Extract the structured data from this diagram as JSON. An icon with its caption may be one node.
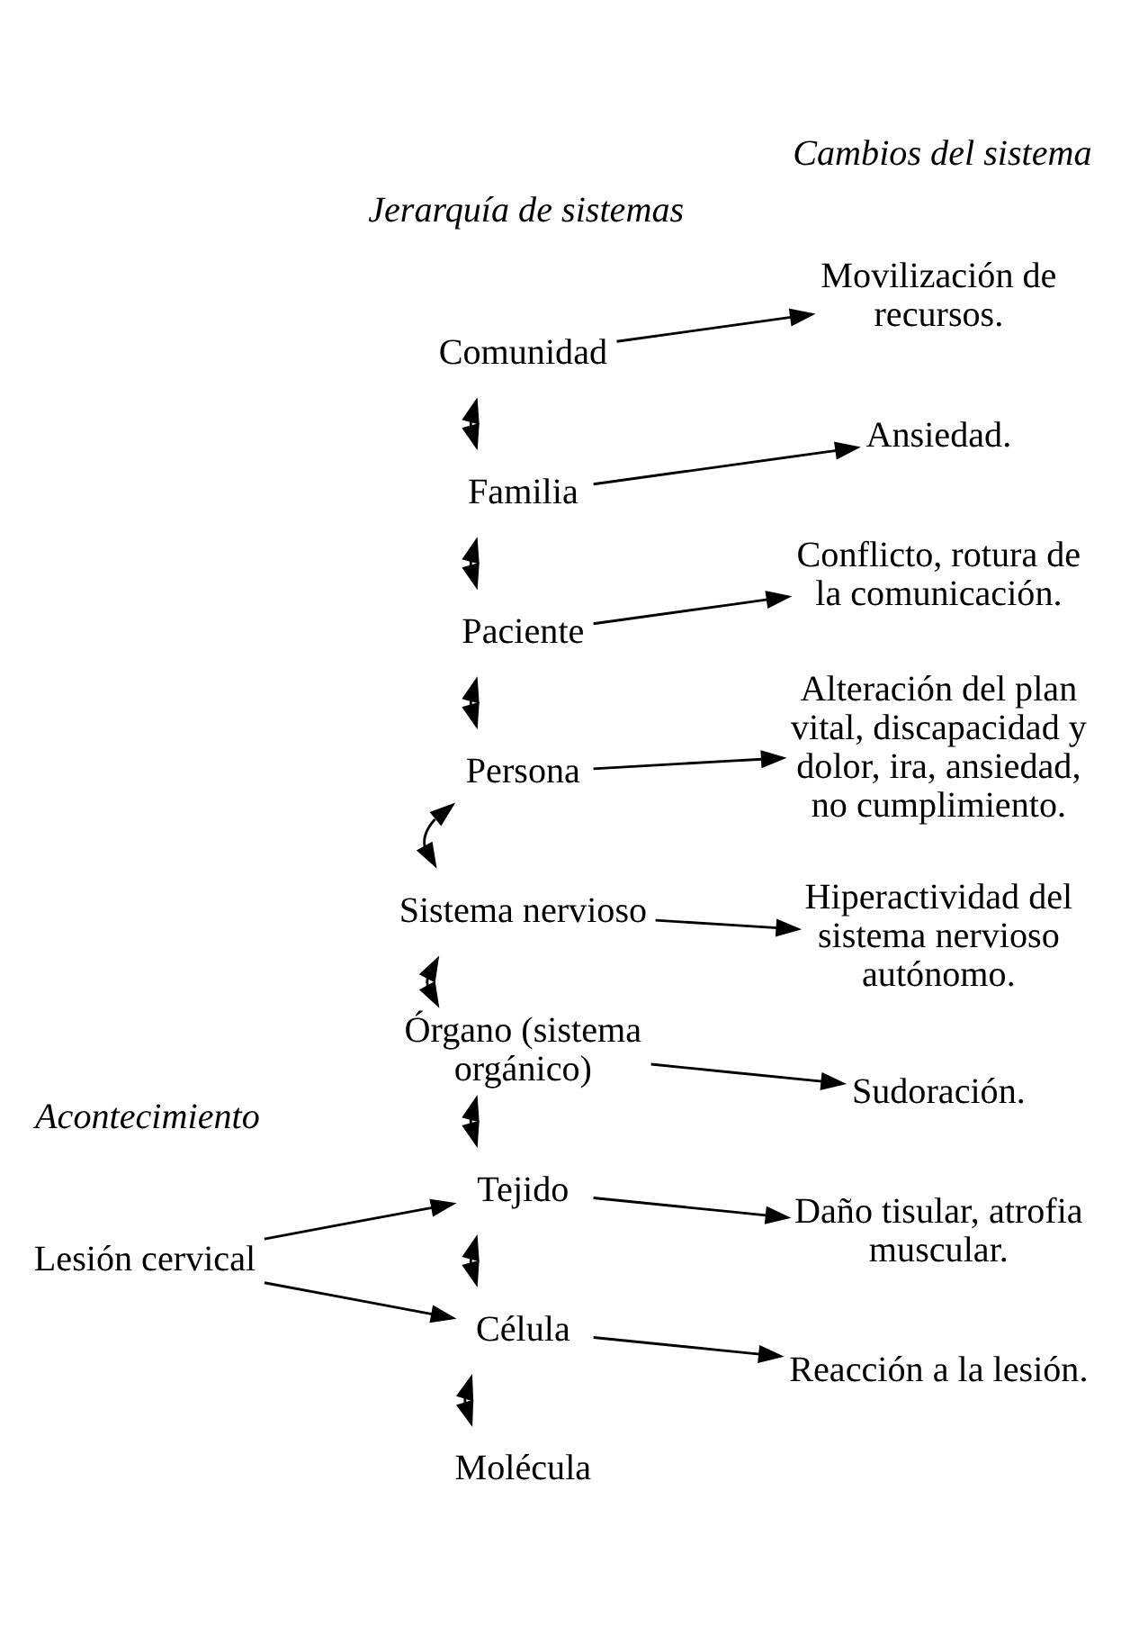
{
  "diagram": {
    "nodes": [
      {
        "text": [
          "Lesión cervical"
        ]
      },
      {
        "text": [
          "Comunidad"
        ]
      },
      {
        "text": [
          "Movilización de recursos."
        ]
      },
      {
        "text": [
          "Familia"
        ]
      },
      {
        "text": [
          "Ansiedad."
        ]
      },
      {
        "text": [
          "Paciente"
        ]
      },
      {
        "text": [
          "Conflicto, rotura de la comunicación."
        ]
      },
      {
        "text": [
          "Persona"
        ]
      },
      {
        "text": [
          "Alteración del plan vital, discapacidad y dolor, ira, ansiedad, no cumplimiento."
        ]
      },
      {
        "text": [
          "Sistema nervioso"
        ]
      },
      {
        "text": [
          "Hiperactividad del sistema nervioso autónomo."
        ]
      },
      {
        "text": [
          "Órgano (sistema orgánico)"
        ]
      },
      {
        "text": [
          "Sudoración."
        ]
      },
      {
        "text": [
          "Tejido"
        ]
      },
      {
        "text": [
          "Daño tisular, atrofia muscular."
        ]
      },
      {
        "text": [
          "Célula"
        ]
      },
      {
        "text": [
          "Reacción a la lesión."
        ]
      },
      {
        "text": [
          "Molécula"
        ]
      }
    ],
    "edges": [
      {
        "from": 1,
        "to": 2,
        "arrow": "to"
      },
      {
        "from": 1,
        "to": 3,
        "arrow": "both"
      },
      {
        "from": 3,
        "to": 4,
        "arrow": "to"
      },
      {
        "from": 3,
        "to": 5,
        "arrow": "both"
      },
      {
        "from": 5,
        "to": 6,
        "arrow": "to"
      },
      {
        "from": 5,
        "to": 7,
        "arrow": "both"
      },
      {
        "from": 7,
        "to": 8,
        "arrow": "to"
      },
      {
        "from": 7,
        "to": 9,
        "arrow": "both"
      },
      {
        "from": 9,
        "to": 10,
        "arrow": "to"
      },
      {
        "from": 9,
        "to": 11,
        "arrow": "both"
      },
      {
        "from": 11,
        "to": 12,
        "arrow": "to"
      },
      {
        "from": 11,
        "to": 13,
        "arrow": "both"
      },
      {
        "from": 0,
        "to": 13,
        "arrow": "to"
      },
      {
        "from": 13,
        "to": 14,
        "arrow": "to"
      },
      {
        "from": 13,
        "to": 15,
        "arrow": "both"
      },
      {
        "from": 0,
        "to": 15,
        "arrow": "to"
      },
      {
        "from": 15,
        "to": 16,
        "arrow": "to"
      },
      {
        "from": 15,
        "to": 17,
        "arrow": "both"
      }
    ],
    "labels": [
      "Acontecimiento",
      "Jerarquía de sistemas",
      "Cambios del sistema"
    ]
  }
}
